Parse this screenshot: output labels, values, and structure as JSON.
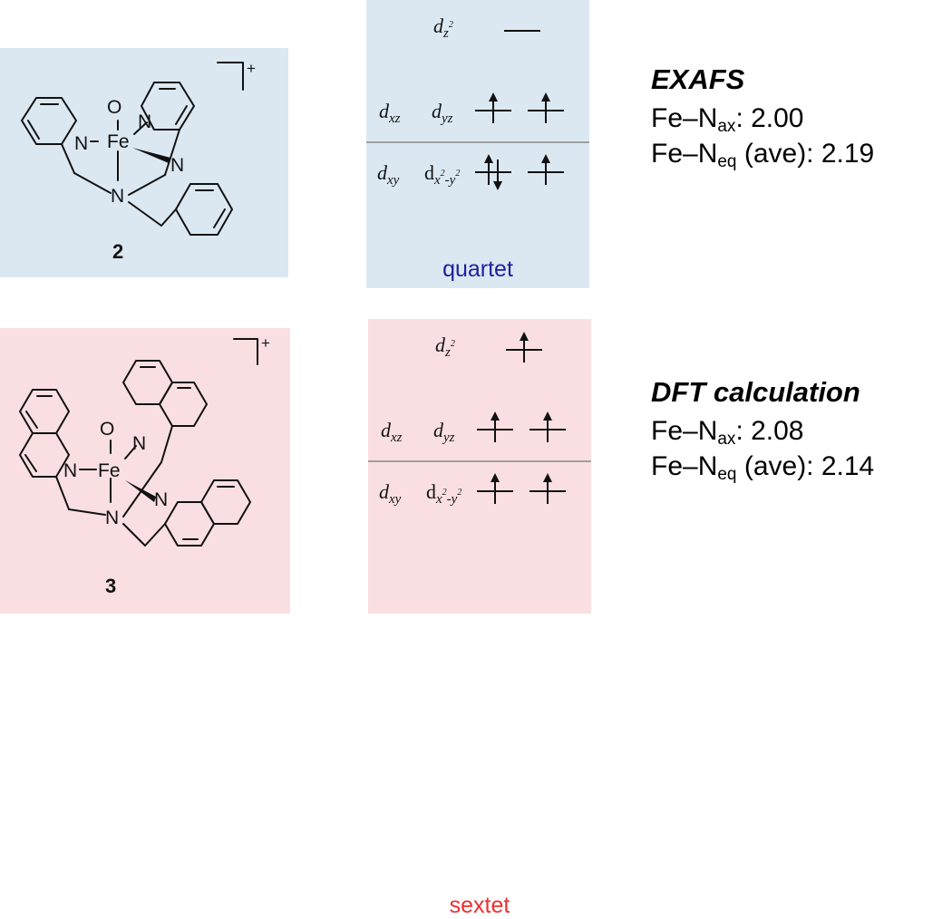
{
  "compound_2": {
    "label": "2",
    "charge": "+",
    "atoms": {
      "oxygen": "O",
      "iron": "Fe",
      "nitrogen": "N"
    }
  },
  "compound_3": {
    "label": "3",
    "charge": "+",
    "atoms": {
      "oxygen": "O",
      "iron": "Fe",
      "nitrogen": "N"
    }
  },
  "quartet": {
    "label": "quartet",
    "orbitals": {
      "dz2": {
        "main": "d",
        "sub": "z",
        "sup": "2"
      },
      "dxz": {
        "main": "d",
        "sub": "xz"
      },
      "dyz": {
        "main": "d",
        "sub": "yz"
      },
      "dxy": {
        "main": "d",
        "sub": "xy"
      },
      "dx2y2": {
        "main": "d",
        "sub_a": "x",
        "sup_a": "2",
        "dash": "-",
        "sub_b": "y",
        "sup_b": "2"
      }
    },
    "occupancy": {
      "dz2": 0,
      "dxz": 1,
      "dyz": 1,
      "dxy": 2,
      "dx2y2": 1
    }
  },
  "sextet": {
    "label": "sextet",
    "orbitals": {
      "dz2": {
        "main": "d",
        "sub": "z",
        "sup": "2"
      },
      "dxz": {
        "main": "d",
        "sub": "xz"
      },
      "dyz": {
        "main": "d",
        "sub": "yz"
      },
      "dxy": {
        "main": "d",
        "sub": "xy"
      },
      "dx2y2": {
        "main": "d",
        "sub_a": "x",
        "sup_a": "2",
        "dash": "-",
        "sub_b": "y",
        "sup_b": "2"
      }
    },
    "occupancy": {
      "dz2": 1,
      "dxz": 1,
      "dyz": 1,
      "dxy": 1,
      "dx2y2": 1
    }
  },
  "exafs": {
    "title": "EXAFS",
    "line1": {
      "prefix": "Fe–N",
      "sub": "ax",
      "suffix": ": 2.00"
    },
    "line2": {
      "prefix": "Fe–N",
      "sub": "eq",
      "suffix": " (ave): 2.19"
    }
  },
  "dft": {
    "title": "DFT calculation",
    "line1": {
      "prefix": "Fe–N",
      "sub": "ax",
      "suffix": ": 2.08"
    },
    "line2": {
      "prefix": "Fe–N",
      "sub": "eq",
      "suffix": " (ave): 2.14"
    }
  }
}
